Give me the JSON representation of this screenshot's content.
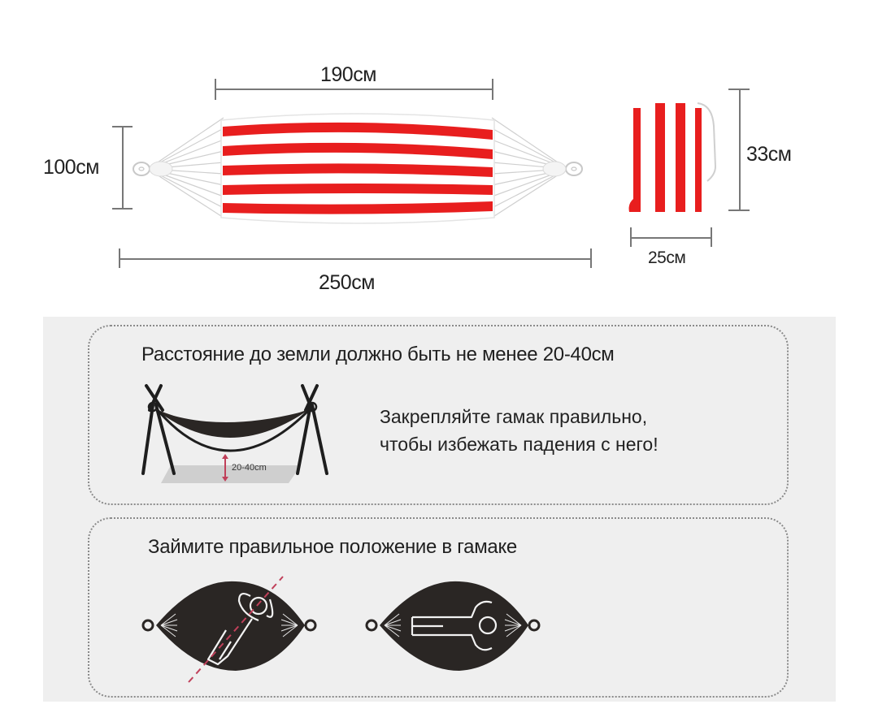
{
  "dimensions": {
    "hammock_bed_length": "190см",
    "hammock_width": "100см",
    "hammock_total_length": "250см",
    "bag_height": "33см",
    "bag_width": "25см"
  },
  "colors": {
    "stripe_red": "#e81e1e",
    "panel_bg": "#efefef",
    "icon_dark": "#2a2624",
    "guide_line": "#c0405a"
  },
  "safety_panel": {
    "title": "Расстояние до земли должно быть не менее 20-40см",
    "instruction_line1": "Закрепляйте гамак правильно,",
    "instruction_line2": "чтобы избежать падения с него!",
    "ground_gap_label": "20-40cm"
  },
  "position_panel": {
    "title": "Займите правильное положение в гамаке",
    "illustrations": [
      "diagonal-lying-position-icon",
      "straight-lying-position-icon"
    ]
  }
}
